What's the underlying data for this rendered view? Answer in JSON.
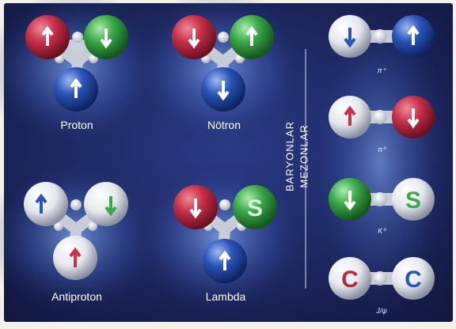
{
  "baryons": {
    "section_label": "BARYONLAR",
    "particles": [
      {
        "name": "Proton"
      },
      {
        "name": "Nötron"
      },
      {
        "name": "Antiproton"
      },
      {
        "name": "Lambda"
      }
    ]
  },
  "mesons": {
    "section_label": "MEZONLAR",
    "particles": [
      {
        "name": "π⁺"
      },
      {
        "name": "π⁰"
      },
      {
        "name": "K⁰"
      },
      {
        "name": "J/ψ"
      }
    ]
  },
  "quarks": {
    "s_letter": "S",
    "c_letter": "C"
  },
  "colors": {
    "background_dark": "#151a44",
    "glow": "#3b59b0",
    "red": "#c7304a",
    "green": "#3aa84a",
    "blue": "#2b55b8",
    "white": "#e9ecef",
    "c_letter": "#b8283a",
    "c_letter_blue": "#2a55b0"
  }
}
